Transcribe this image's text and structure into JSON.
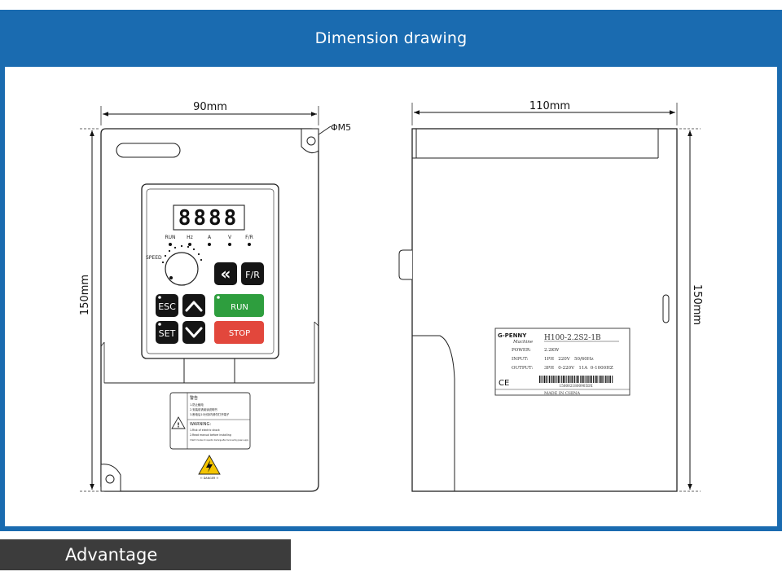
{
  "header": {
    "title": "Dimension drawing"
  },
  "footer": {
    "title": "Advantage"
  },
  "front_view": {
    "width_label": "90mm",
    "height_label": "150mm",
    "hole_label": "ΦM5",
    "display_digits": "8888",
    "indicators": [
      "RUN",
      "Hz",
      "A",
      "V",
      "F/R"
    ],
    "speed_label": "SPEED",
    "buttons": {
      "esc": "ESC",
      "set": "SET",
      "run": "RUN",
      "stop": "STOP",
      "fr": "F/R",
      "shift": "«"
    },
    "warning_label": {
      "cn_title": "警告",
      "cn_lines": [
        "1.防止触电",
        "2.安装前请阅读说明书",
        "3.断电后10分钟内请勿打开端子"
      ],
      "en_title": "WARNING:",
      "en_lines": [
        "1.Risk of electric shock",
        "2.Read manual before installing",
        "3.Wait 5 minutes for capacitor discharge after disconnecting power supply"
      ]
    },
    "hazard_label": "!! DANGER !!"
  },
  "side_view": {
    "width_label": "110mm",
    "height_label": "150mm"
  },
  "nameplate": {
    "brand": "G-PENNY",
    "brand_sub": "Machine",
    "model": "H100-2.2S2-1B",
    "rows": [
      {
        "key": "POWER:",
        "value": "2.2KW"
      },
      {
        "key": "INPUT:",
        "value": "1PH   220V   50/60Hz"
      },
      {
        "key": "OUTPUT:",
        "value": "3PH   0-220V   11A  0-1000HZ"
      }
    ],
    "ce_mark": "CE",
    "serial": "1580021800905DX",
    "made_in": "MADE IN CHINA"
  },
  "colors": {
    "frame_blue": "#1a6bb0",
    "run_green": "#2e9e3e",
    "stop_red": "#e2473c",
    "footer_gray": "#3c3c3c"
  }
}
